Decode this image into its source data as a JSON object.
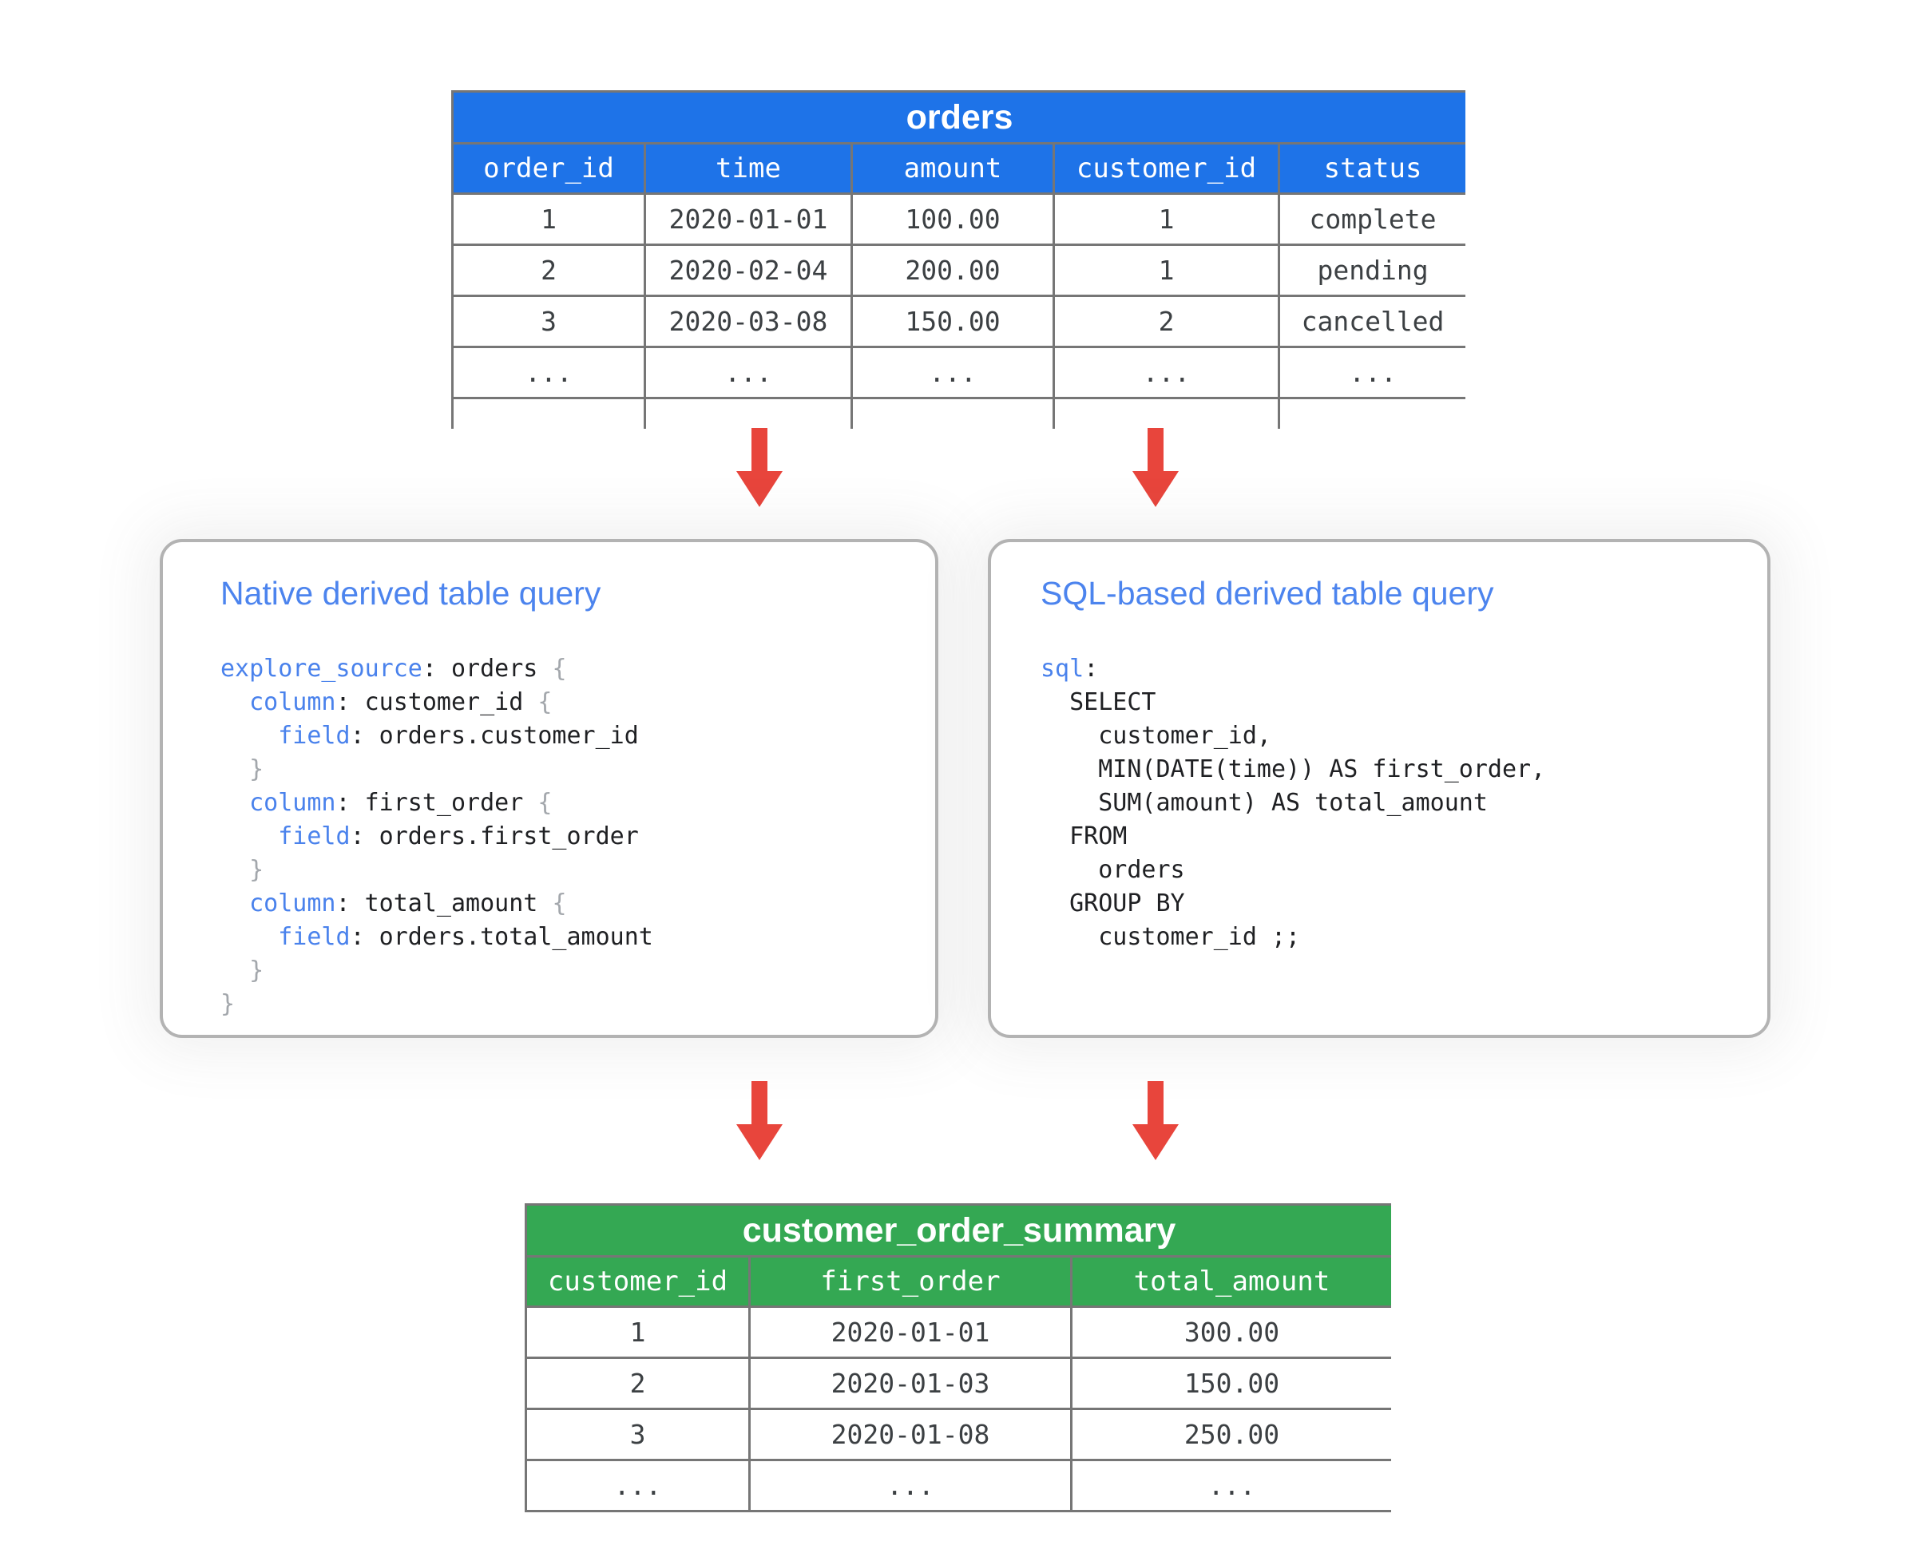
{
  "orders_table": {
    "title": "orders",
    "columns": [
      "order_id",
      "time",
      "amount",
      "customer_id",
      "status"
    ],
    "rows": [
      [
        "1",
        "2020-01-01",
        "100.00",
        "1",
        "complete"
      ],
      [
        "2",
        "2020-02-04",
        "200.00",
        "1",
        "pending"
      ],
      [
        "3",
        "2020-03-08",
        "150.00",
        "2",
        "cancelled"
      ],
      [
        "...",
        "...",
        "...",
        "...",
        "..."
      ]
    ]
  },
  "left_box": {
    "title": "Native derived table query",
    "code": [
      [
        {
          "c": "kw",
          "t": "explore_source"
        },
        {
          "c": "p",
          "t": ": orders "
        },
        {
          "c": "br",
          "t": "{"
        }
      ],
      [
        {
          "c": "p",
          "t": "  "
        },
        {
          "c": "kw",
          "t": "column"
        },
        {
          "c": "p",
          "t": ": customer_id "
        },
        {
          "c": "br",
          "t": "{"
        }
      ],
      [
        {
          "c": "p",
          "t": "    "
        },
        {
          "c": "kw",
          "t": "field"
        },
        {
          "c": "p",
          "t": ": orders.customer_id"
        }
      ],
      [
        {
          "c": "p",
          "t": "  "
        },
        {
          "c": "br",
          "t": "}"
        }
      ],
      [
        {
          "c": "p",
          "t": "  "
        },
        {
          "c": "kw",
          "t": "column"
        },
        {
          "c": "p",
          "t": ": first_order "
        },
        {
          "c": "br",
          "t": "{"
        }
      ],
      [
        {
          "c": "p",
          "t": "    "
        },
        {
          "c": "kw",
          "t": "field"
        },
        {
          "c": "p",
          "t": ": orders.first_order"
        }
      ],
      [
        {
          "c": "p",
          "t": "  "
        },
        {
          "c": "br",
          "t": "}"
        }
      ],
      [
        {
          "c": "p",
          "t": "  "
        },
        {
          "c": "kw",
          "t": "column"
        },
        {
          "c": "p",
          "t": ": total_amount "
        },
        {
          "c": "br",
          "t": "{"
        }
      ],
      [
        {
          "c": "p",
          "t": "    "
        },
        {
          "c": "kw",
          "t": "field"
        },
        {
          "c": "p",
          "t": ": orders.total_amount"
        }
      ],
      [
        {
          "c": "p",
          "t": "  "
        },
        {
          "c": "br",
          "t": "}"
        }
      ],
      [
        {
          "c": "br",
          "t": "}"
        }
      ]
    ]
  },
  "right_box": {
    "title": "SQL-based derived table query",
    "code": [
      [
        {
          "c": "kw",
          "t": "sql"
        },
        {
          "c": "p",
          "t": ":"
        }
      ],
      [
        {
          "c": "p",
          "t": "  SELECT"
        }
      ],
      [
        {
          "c": "p",
          "t": "    customer_id,"
        }
      ],
      [
        {
          "c": "p",
          "t": "    MIN(DATE(time)) AS first_order,"
        }
      ],
      [
        {
          "c": "p",
          "t": "    SUM(amount) AS total_amount"
        }
      ],
      [
        {
          "c": "p",
          "t": "  FROM"
        }
      ],
      [
        {
          "c": "p",
          "t": "    orders"
        }
      ],
      [
        {
          "c": "p",
          "t": "  GROUP BY"
        }
      ],
      [
        {
          "c": "p",
          "t": "    customer_id ;;"
        }
      ]
    ]
  },
  "summary_table": {
    "title": "customer_order_summary",
    "columns": [
      "customer_id",
      "first_order",
      "total_amount"
    ],
    "rows": [
      [
        "1",
        "2020-01-01",
        "300.00"
      ],
      [
        "2",
        "2020-01-03",
        "150.00"
      ],
      [
        "3",
        "2020-01-08",
        "250.00"
      ],
      [
        "...",
        "...",
        "..."
      ]
    ]
  },
  "colors": {
    "orders_header_blue": "#1e73e8",
    "summary_header_green": "#34a853",
    "arrow_red": "#e8453c",
    "box_border_gray": "#b3b3b3",
    "grid_line_gray": "#767676",
    "code_keyword_blue": "#4a82ec",
    "code_brace_gray": "#a3a7ac",
    "box_title_blue": "#4c84ee",
    "cell_text": "#3c4043"
  }
}
